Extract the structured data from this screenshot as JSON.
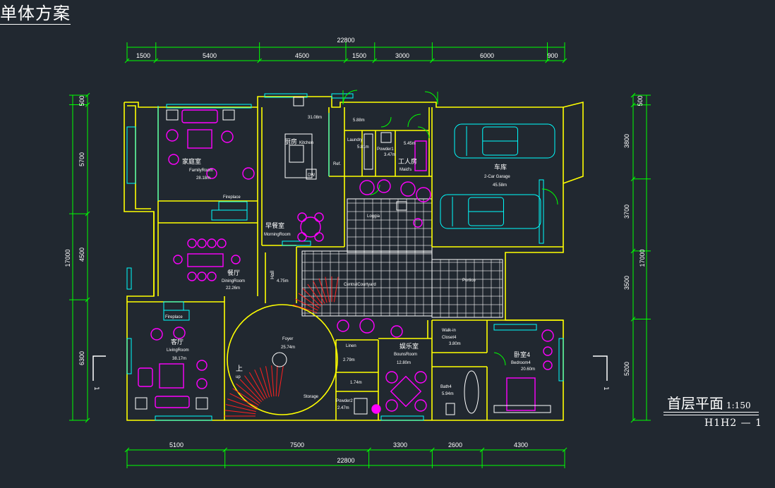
{
  "header": {
    "title": "单体方案"
  },
  "plan": {
    "title": "首层平面",
    "scale": "1:150",
    "code": "H1H2 — 1"
  },
  "dims": {
    "top_total": "22800",
    "top": [
      "1500",
      "5400",
      "4500",
      "1500",
      "3000",
      "6000",
      "900"
    ],
    "bottom": [
      "5100",
      "7500",
      "3300",
      "2600",
      "4300"
    ],
    "bottom_total": "22800",
    "left_total": "17000",
    "left": [
      "500",
      "5700",
      "4500",
      "6300"
    ],
    "right_total": "17000",
    "right": [
      "500",
      "3800",
      "3700",
      "3500",
      "5200"
    ]
  },
  "rooms": {
    "family": {
      "cn": "家庭室",
      "en": "FamilyRoom",
      "area": "28.18m"
    },
    "fireplace1": "Fireplace",
    "kitchen": {
      "cn": "厨房",
      "en": "Kitchen",
      "area": "31.08m"
    },
    "ref": "Ref.",
    "dw": "DW",
    "morning": {
      "cn": "早餐室",
      "en": "MorningRoom"
    },
    "dining": {
      "cn": "餐厅",
      "en": "DiningRoom",
      "area": "22.26m"
    },
    "hall": {
      "en": "Hall",
      "area": "4.75m"
    },
    "living": {
      "cn": "客厅",
      "en": "LivingRoom",
      "area": "38.17m"
    },
    "fireplace2": "Fireplace",
    "foyer": {
      "en": "Foyer",
      "area": "25.74m"
    },
    "stair": {
      "cn": "上",
      "en": "up"
    },
    "storage": "Storage",
    "linen": {
      "en": "Linen",
      "area": "2.79m"
    },
    "small": "1.74m",
    "powder2": {
      "en": "Powder2",
      "area": "2.47m"
    },
    "bonus": {
      "cn": "娱乐室",
      "en": "BounsRoom",
      "area": "12.80m"
    },
    "courtyard": "CentralCourtyard",
    "loggia": "Loggia",
    "portico": "Portico",
    "laundry": {
      "en": "Laundry",
      "area": "5.81m"
    },
    "passage": "5.88m",
    "powder1": {
      "en": "Powder1",
      "area": "3.47m"
    },
    "maid": {
      "cn": "工人房",
      "en": "Maid's",
      "area": "5.45m"
    },
    "garage": {
      "cn": "车库",
      "en": "2-Car Garage",
      "area": "45.58m"
    },
    "walkin": {
      "en": "Walk-in",
      "en2": "Closet4",
      "area": "3.80m"
    },
    "bath": {
      "en": "Bath4",
      "area": "5.94m"
    },
    "bedroom": {
      "cn": "卧室4",
      "en": "Bedroom4",
      "area": "20.60m"
    },
    "sq": "2",
    "marker": "1"
  },
  "colors": {
    "bg": "#212830",
    "wall": "#ffff00",
    "dim": "#00ff00",
    "text": "#ffffff",
    "furniture": "#ff00ff",
    "fixture": "#00ffff",
    "accent": "#ff2020"
  }
}
